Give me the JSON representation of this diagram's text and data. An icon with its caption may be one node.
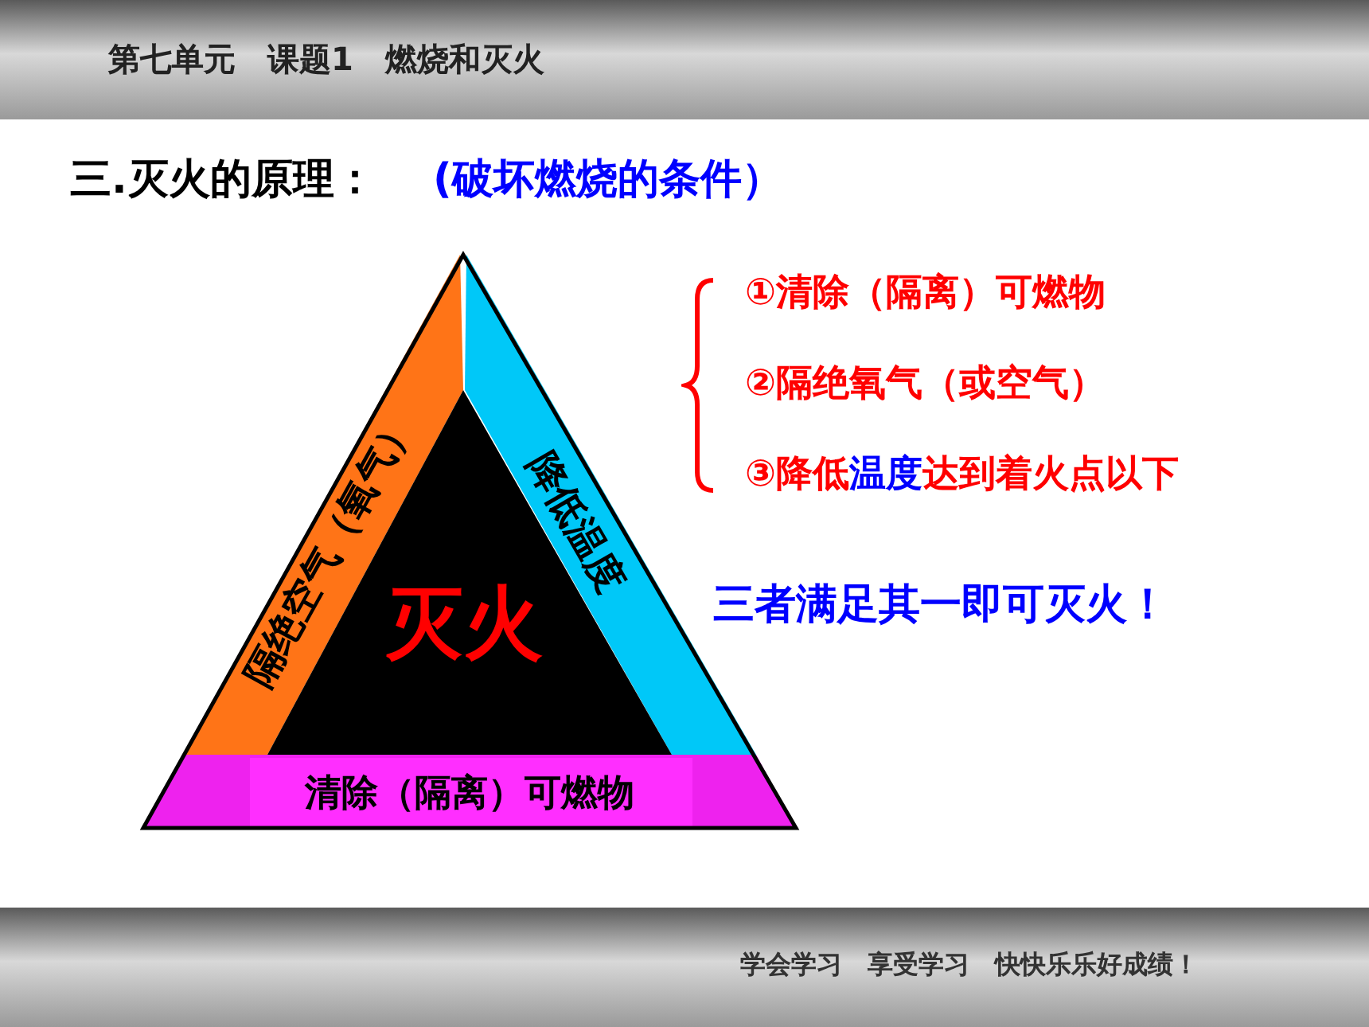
{
  "diagram": {
    "title": "三.灭火的原理：",
    "nodes": [
      {
        "text": [
          "隔绝空气（氧气）"
        ]
      },
      {
        "text": [
          "降低温度"
        ]
      },
      {
        "text": [
          "灭火"
        ]
      },
      {
        "text": [
          "清除（隔离）可燃物"
        ]
      }
    ],
    "labels": [
      "第七单元　课题1　燃烧和灭火",
      "(破坏燃烧的条件）",
      "①清除（隔离）可燃物",
      "②隔绝氧气（或空气）",
      "③降低**温度**达到着火点以下",
      "三者满足其一即可灭火！",
      "学会学习　享受学习　快快乐乐好成绩！"
    ]
  }
}
